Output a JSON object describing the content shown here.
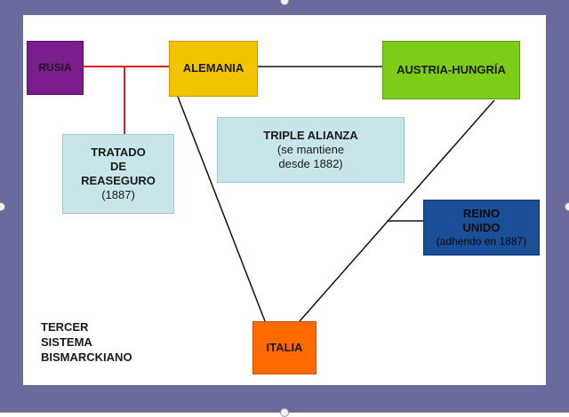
{
  "nodes": {
    "rusia": "RUSIA",
    "alemania": "ALEMANIA",
    "austria": "AUSTRIA-HUNGRÍA",
    "italia": "ITALIA",
    "tratado": {
      "line1": "TRATADO",
      "line2": "DE",
      "line3": "REASEGURO",
      "year": "(1887)"
    },
    "triple": {
      "title": "TRIPLE ALIANZA",
      "line2": "(se mantiene",
      "line3": "desde 1882)"
    },
    "reino": {
      "line1": "REINO",
      "line2": "UNIDO",
      "note": "(adherido en 1887)"
    }
  },
  "caption": {
    "line1": "TERCER",
    "line2": "SISTEMA",
    "line3": "BISMARCKIANO"
  },
  "colors": {
    "frame": "#6b6a9c",
    "rusia": "#7b1d8c",
    "alemania": "#f2c400",
    "austria": "#7ccc18",
    "italia": "#ff6a00",
    "reino": "#1a4e96",
    "light_box": "#c8e6ea",
    "reaseguro_line": "#e02020",
    "alliance_line": "#111111"
  }
}
